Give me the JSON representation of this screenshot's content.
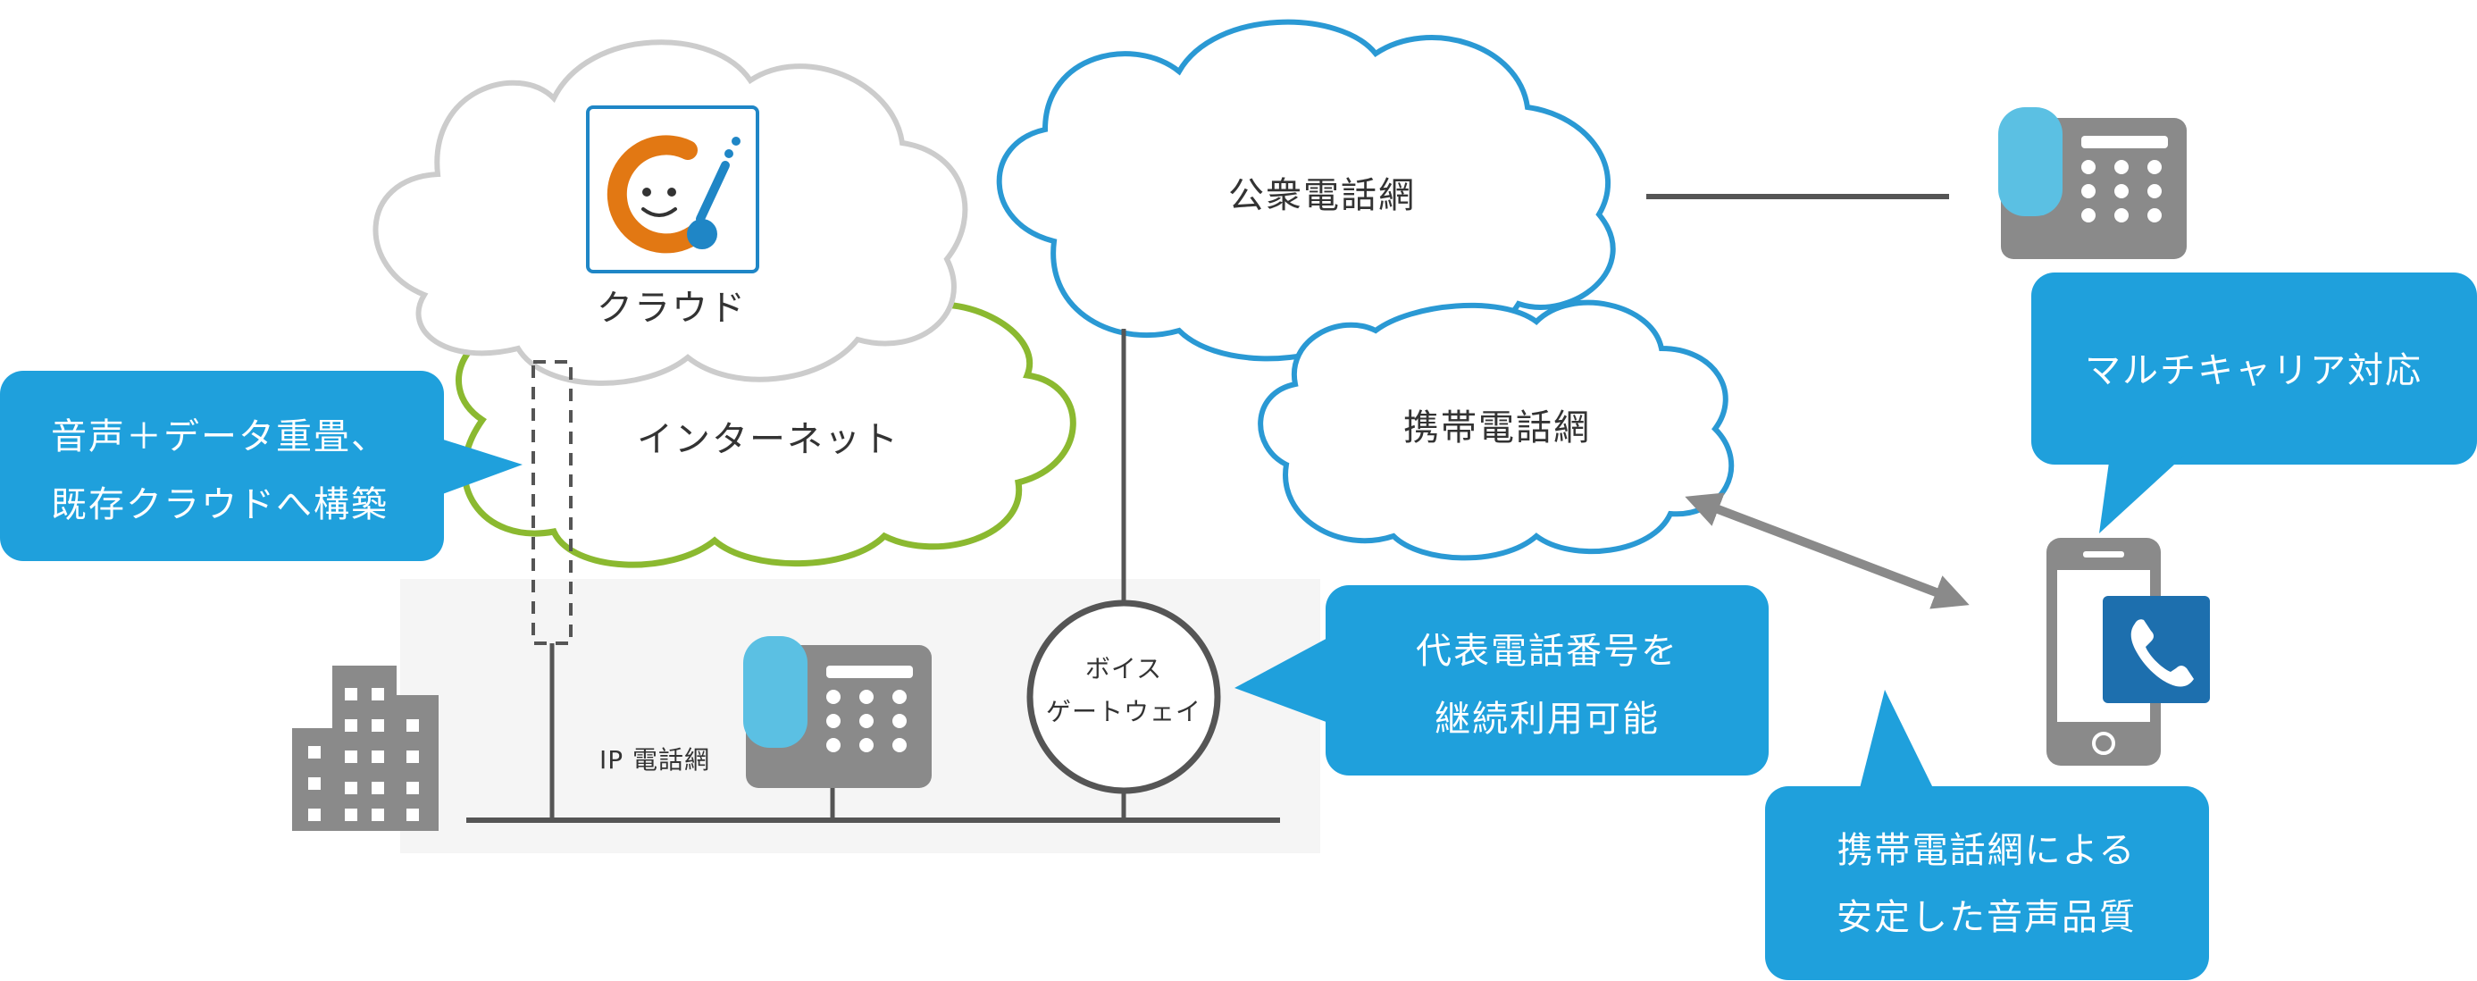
{
  "labels": {
    "cloud": "クラウド",
    "internet": "インターネット",
    "public_network": "公衆電話網",
    "mobile_network": "携帯電話網",
    "ip_network": "IP 電話網",
    "gateway_line1": "ボイス",
    "gateway_line2": "ゲートウェイ"
  },
  "callouts": {
    "voice_data": [
      "音声＋データ重畳、",
      "既存クラウドへ構築"
    ],
    "representative": [
      "代表電話番号を",
      "継続利用可能"
    ],
    "multi_carrier": [
      "マルチキャリア対応"
    ],
    "quality": [
      "携帯電話網による",
      "安定した音声品質"
    ]
  },
  "colors": {
    "callout": "#1fa0dc",
    "cloud_gray": "#cccccc",
    "cloud_green": "#8bb930",
    "cloud_blue": "#2a99d4",
    "logo_orange": "#e27813",
    "logo_blue": "#1f86c6",
    "phone_blue": "#5bc0e3",
    "device_gray": "#8a8a8a",
    "line": "#555555",
    "lan_bg": "#f5f5f5"
  },
  "icons": {
    "logo": "cun-smiley-logo",
    "building": "building-icon",
    "desk_phone": "desk-phone-icon",
    "smartphone": "smartphone-icon",
    "handset": "phone-handset-icon"
  }
}
